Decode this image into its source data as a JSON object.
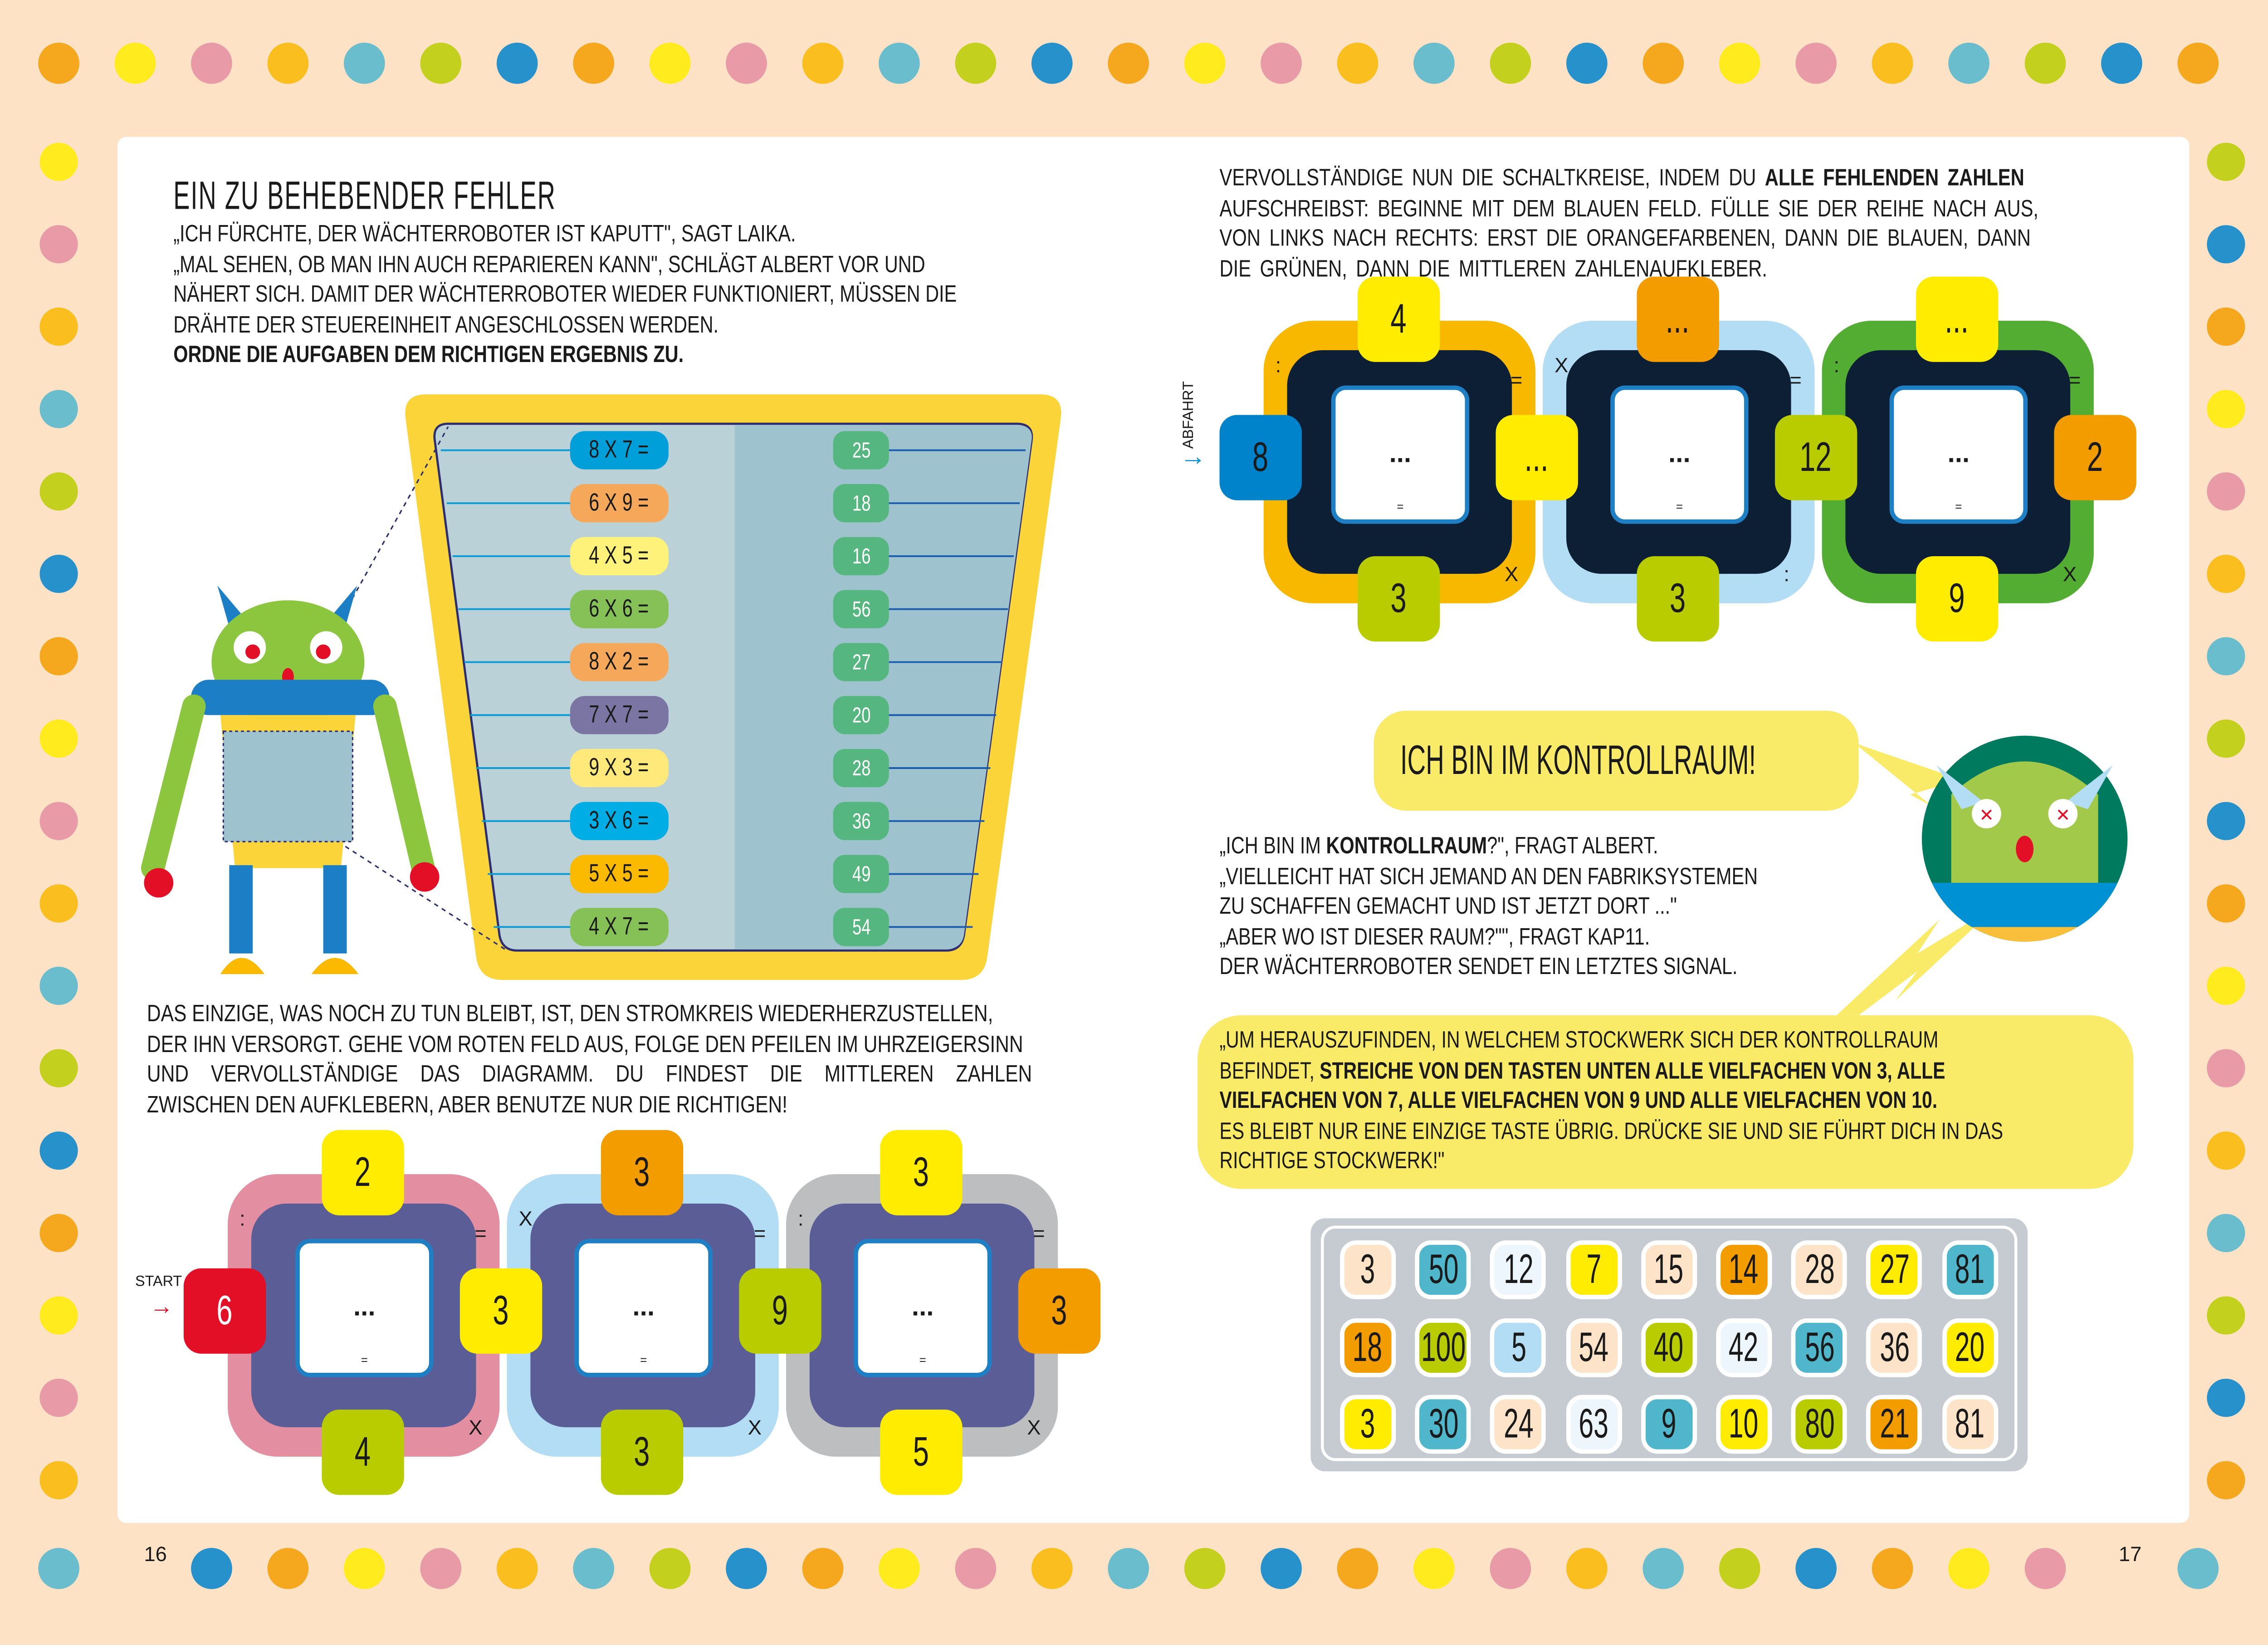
{
  "left_page": {
    "title": "EIN ZU BEHEBENDER FEHLER",
    "intro_lines": [
      "„ICH FÜRCHTE, DER WÄCHTERROBOTER IST KAPUTT\", SAGT LAIKA.",
      "„MAL SEHEN, OB MAN IHN AUCH REPARIEREN KANN\", SCHLÄGT ALBERT VOR UND",
      "NÄHERT SICH. DAMIT DER WÄCHTERROBOTER WIEDER FUNKTIONIERT, MÜSSEN DIE",
      "DRÄHTE DER STEUEREINHEIT ANGESCHLOSSEN WERDEN."
    ],
    "instruction": "ORDNE DIE AUFGABEN DEM RICHTIGEN ERGEBNIS ZU.",
    "tasks": [
      {
        "label": "8 X 7 =",
        "color": "#009fd9"
      },
      {
        "label": "6 X 9 =",
        "color": "#f5a85a"
      },
      {
        "label": "4 X 5 =",
        "color": "#fff27a"
      },
      {
        "label": "6 X 6 =",
        "color": "#86c158"
      },
      {
        "label": "8 X 2 =",
        "color": "#f5a85a"
      },
      {
        "label": "7 X 7 =",
        "color": "#7b75a3"
      },
      {
        "label": "9 X 3 =",
        "color": "#ffe97a"
      },
      {
        "label": "3 X 6 =",
        "color": "#00ade4"
      },
      {
        "label": "5 X 5 =",
        "color": "#fbb900"
      },
      {
        "label": "4 X 7 =",
        "color": "#86c158"
      }
    ],
    "results": [
      "25",
      "18",
      "16",
      "56",
      "27",
      "20",
      "28",
      "36",
      "49",
      "54"
    ],
    "circuit_lines": [
      "DAS EINZIGE, WAS NOCH ZU TUN BLEIBT, IST, DEN STROMKREIS WIEDERHERZUSTELLEN,",
      "DER IHN VERSORGT. GEHE VOM ROTEN FELD AUS, FOLGE DEN PFEILEN IM UHRZEIGERSINN",
      "UND VERVOLLSTÄNDIGE DAS DIAGRAMM. DU FINDEST DIE MITTLEREN ZAHLEN",
      "ZWISCHEN DEN AUFKLEBERN, ABER BENUTZE NUR DIE RICHTIGEN!"
    ],
    "start_label": "START",
    "circuits": [
      {
        "rim": "#e48ea1",
        "inner": "#5b5d97",
        "ops": [
          ":",
          "=",
          "X"
        ],
        "center": "...",
        "center_eq": "=",
        "left": {
          "v": "6",
          "c": "#e30f26",
          "t": "#fff"
        },
        "top": {
          "v": "2",
          "c": "#ffec00"
        },
        "bottom": {
          "v": "4",
          "c": "#b8cc00"
        },
        "right": {
          "v": "3",
          "c": "#ffec00"
        }
      },
      {
        "rim": "#b3dcf5",
        "inner": "#5b5d97",
        "ops": [
          "X",
          "=",
          "X"
        ],
        "center": "...",
        "center_eq": "=",
        "top": {
          "v": "3",
          "c": "#f39c00"
        },
        "bottom": {
          "v": "3",
          "c": "#b8cc00"
        },
        "right": {
          "v": "9",
          "c": "#b8cc00"
        }
      },
      {
        "rim": "#bcbec0",
        "inner": "#5b5d97",
        "ops": [
          ":",
          "=",
          "X"
        ],
        "center": "...",
        "center_eq": "=",
        "top": {
          "v": "3",
          "c": "#ffec00"
        },
        "bottom": {
          "v": "5",
          "c": "#ffec00"
        },
        "right": {
          "v": "3",
          "c": "#f39c00"
        }
      }
    ],
    "page_number": "16"
  },
  "right_page": {
    "intro_lines": [
      [
        "VERVOLLSTÄNDIGE NUN DIE SCHALTKREISE, INDEM DU ",
        "ALLE FEHLENDEN ZAHLEN"
      ],
      [
        "AUFSCHREIBST: BEGINNE MIT DEM BLAUEN FELD. FÜLLE SIE DER REIHE NACH AUS,",
        ""
      ],
      [
        "VON LINKS NACH RECHTS: ERST DIE ORANGEFARBENEN, DANN DIE BLAUEN, DANN",
        ""
      ],
      [
        "DIE GRÜNEN, DANN DIE MITTLEREN ZAHLENAUFKLEBER.",
        ""
      ]
    ],
    "depart_label": "ABFAHRT",
    "circuits": [
      {
        "rim": "#f9b800",
        "inner": "#0d1f35",
        "ops": [
          ":",
          "=",
          "X"
        ],
        "center": "...",
        "center_eq": "=",
        "left": {
          "v": "8",
          "c": "#0083ca"
        },
        "top": {
          "v": "4",
          "c": "#ffec00"
        },
        "bottom": {
          "v": "3",
          "c": "#b8cc00"
        },
        "right": {
          "v": "...",
          "c": "#ffec00"
        }
      },
      {
        "rim": "#b3dcf5",
        "inner": "#0d1f35",
        "ops": [
          "X",
          "=",
          ":"
        ],
        "center": "...",
        "center_eq": "=",
        "top": {
          "v": "...",
          "c": "#f39c00"
        },
        "bottom": {
          "v": "3",
          "c": "#b8cc00"
        },
        "right": {
          "v": "12",
          "c": "#b8cc00"
        }
      },
      {
        "rim": "#52ad32",
        "inner": "#0d1f35",
        "ops": [
          ":",
          "=",
          "X"
        ],
        "center": "...",
        "center_eq": "=",
        "top": {
          "v": "...",
          "c": "#ffec00"
        },
        "bottom": {
          "v": "9",
          "c": "#ffec00"
        },
        "right": {
          "v": "2",
          "c": "#f39c00"
        }
      }
    ],
    "speech_bubble": "ICH BIN IM KONTROLLRAUM!",
    "dialog_lines": [
      [
        "„ICH BIN IM ",
        "KONTROLLRAUM",
        "?\", FRAGT ALBERT."
      ],
      [
        "„VIELLEICHT HAT SICH JEMAND AN DEN FABRIKSYSTEMEN",
        "",
        ""
      ],
      [
        "ZU SCHAFFEN GEMACHT UND IST JETZT DORT ...\"",
        "",
        ""
      ],
      [
        "„ABER WO IST DIESER RAUM?\"\", FRAGT KAP11.",
        "",
        ""
      ],
      [
        "DER WÄCHTERROBOTER SENDET EIN LETZTES SIGNAL.",
        "",
        ""
      ]
    ],
    "signal_lines": [
      [
        "„UM HERAUSZUFINDEN, IN WELCHEM STOCKWERK SICH DER KONTROLLRAUM",
        ""
      ],
      [
        "BEFINDET, ",
        "STREICHE VON DEN TASTEN UNTEN ALLE VIELFACHEN VON 3, ALLE"
      ],
      [
        "",
        "VIELFACHEN VON 7, ALLE VIELFACHEN VON 9 UND ALLE VIELFACHEN VON 10."
      ],
      [
        "ES BLEIBT NUR EINE EINZIGE TASTE ÜBRIG. DRÜCKE SIE UND SIE FÜHRT DICH IN DAS",
        ""
      ],
      [
        "RICHTIGE STOCKWERK!\"",
        ""
      ]
    ],
    "keypad": [
      [
        {
          "v": "3",
          "c": "#fde3c8"
        },
        {
          "v": "50",
          "c": "#4fb6cc"
        },
        {
          "v": "12",
          "c": "#eef6fd"
        },
        {
          "v": "7",
          "c": "#ffec00"
        },
        {
          "v": "15",
          "c": "#fde3c8"
        },
        {
          "v": "14",
          "c": "#f39c00"
        },
        {
          "v": "28",
          "c": "#fde3c8"
        },
        {
          "v": "27",
          "c": "#ffec00"
        },
        {
          "v": "81",
          "c": "#4fb6cc"
        }
      ],
      [
        {
          "v": "18",
          "c": "#f39c00"
        },
        {
          "v": "100",
          "c": "#b8cc00"
        },
        {
          "v": "5",
          "c": "#b3dcf5"
        },
        {
          "v": "54",
          "c": "#fde3c8"
        },
        {
          "v": "40",
          "c": "#b8cc00"
        },
        {
          "v": "42",
          "c": "#eef6fd"
        },
        {
          "v": "56",
          "c": "#4fb6cc"
        },
        {
          "v": "36",
          "c": "#fde3c8"
        },
        {
          "v": "20",
          "c": "#ffec00"
        }
      ],
      [
        {
          "v": "3",
          "c": "#ffec00"
        },
        {
          "v": "30",
          "c": "#4fb6cc"
        },
        {
          "v": "24",
          "c": "#fde3c8"
        },
        {
          "v": "63",
          "c": "#eef6fd"
        },
        {
          "v": "9",
          "c": "#4fb6cc"
        },
        {
          "v": "10",
          "c": "#ffec00"
        },
        {
          "v": "80",
          "c": "#b8cc00"
        },
        {
          "v": "21",
          "c": "#f39c00"
        },
        {
          "v": "81",
          "c": "#fde3c8"
        }
      ]
    ],
    "page_number": "17"
  }
}
